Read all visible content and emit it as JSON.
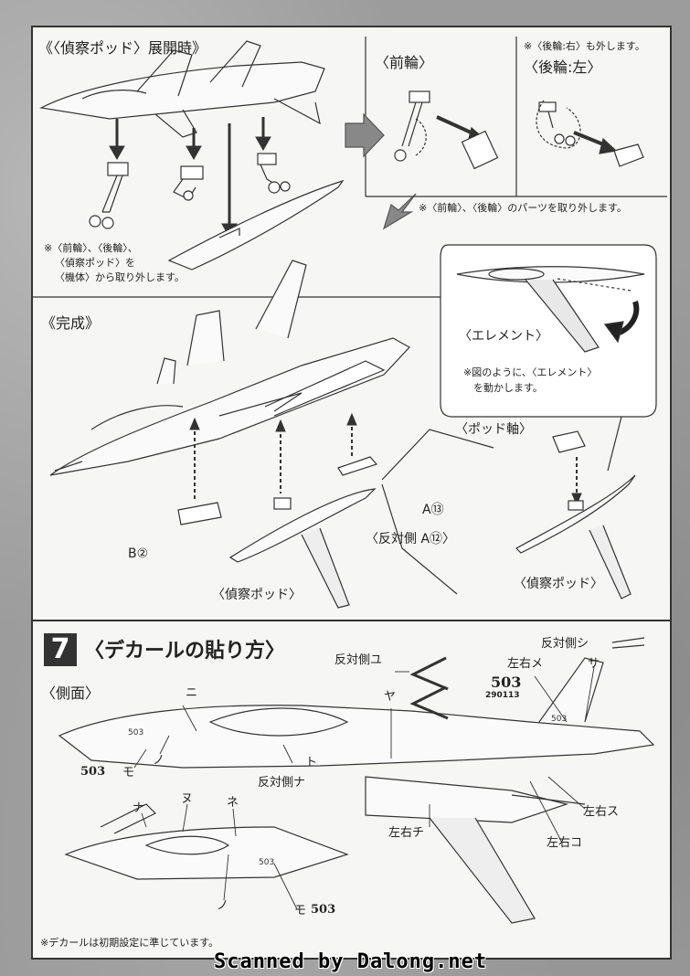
{
  "page": {
    "credit": "Scanned by Dalong.net"
  },
  "top": {
    "deploy_title": "《〈偵察ポッド〉展開時》",
    "deploy_note_1": "※〈前輪〉、〈後輪〉、",
    "deploy_note_2": "〈偵察ポッド〉を",
    "deploy_note_3": "〈機体〉から取り外します。",
    "front_wheel": "〈前輪〉",
    "rear_note": "※〈後輪:右〉も外します。",
    "rear_left": "〈後輪:左〉",
    "remove_note": "※〈前輪〉、〈後輪〉のパーツを取り外します。",
    "complete_title": "《完成》",
    "element_label": "〈エレメント〉",
    "element_note_1": "※図のように、〈エレメント〉",
    "element_note_2": "を動かします。",
    "pod_axis": "〈ポッド軸〉",
    "part_a13": "A⑬",
    "part_a12": "〈反対側 A⑫〉",
    "part_b2": "B②",
    "pod_left": "〈偵察ポッド〉",
    "pod_right": "〈偵察ポッド〉"
  },
  "step7": {
    "number": "7",
    "title": "〈デカールの貼り方〉",
    "side_view": "〈側面〉",
    "opposite_yu": "反対側ユ",
    "opposite_shi": "反対側シ",
    "lr_me": "左右メ",
    "num_503": "503",
    "num_290113": "290113",
    "ya": "ヤ",
    "sa": "サ",
    "ni": "ニ",
    "no": "ノ",
    "to": "ト",
    "mo": "モ",
    "opposite_na": "反対側ナ",
    "na": "ナ",
    "nu": "ヌ",
    "ne": "ネ",
    "lr_chi": "左右チ",
    "lr_su": "左右ス",
    "lr_ko": "左右コ",
    "label_503_mo": "503",
    "label_mo_503": "503",
    "footnote": "※デカールは初期設定に準じています。"
  }
}
